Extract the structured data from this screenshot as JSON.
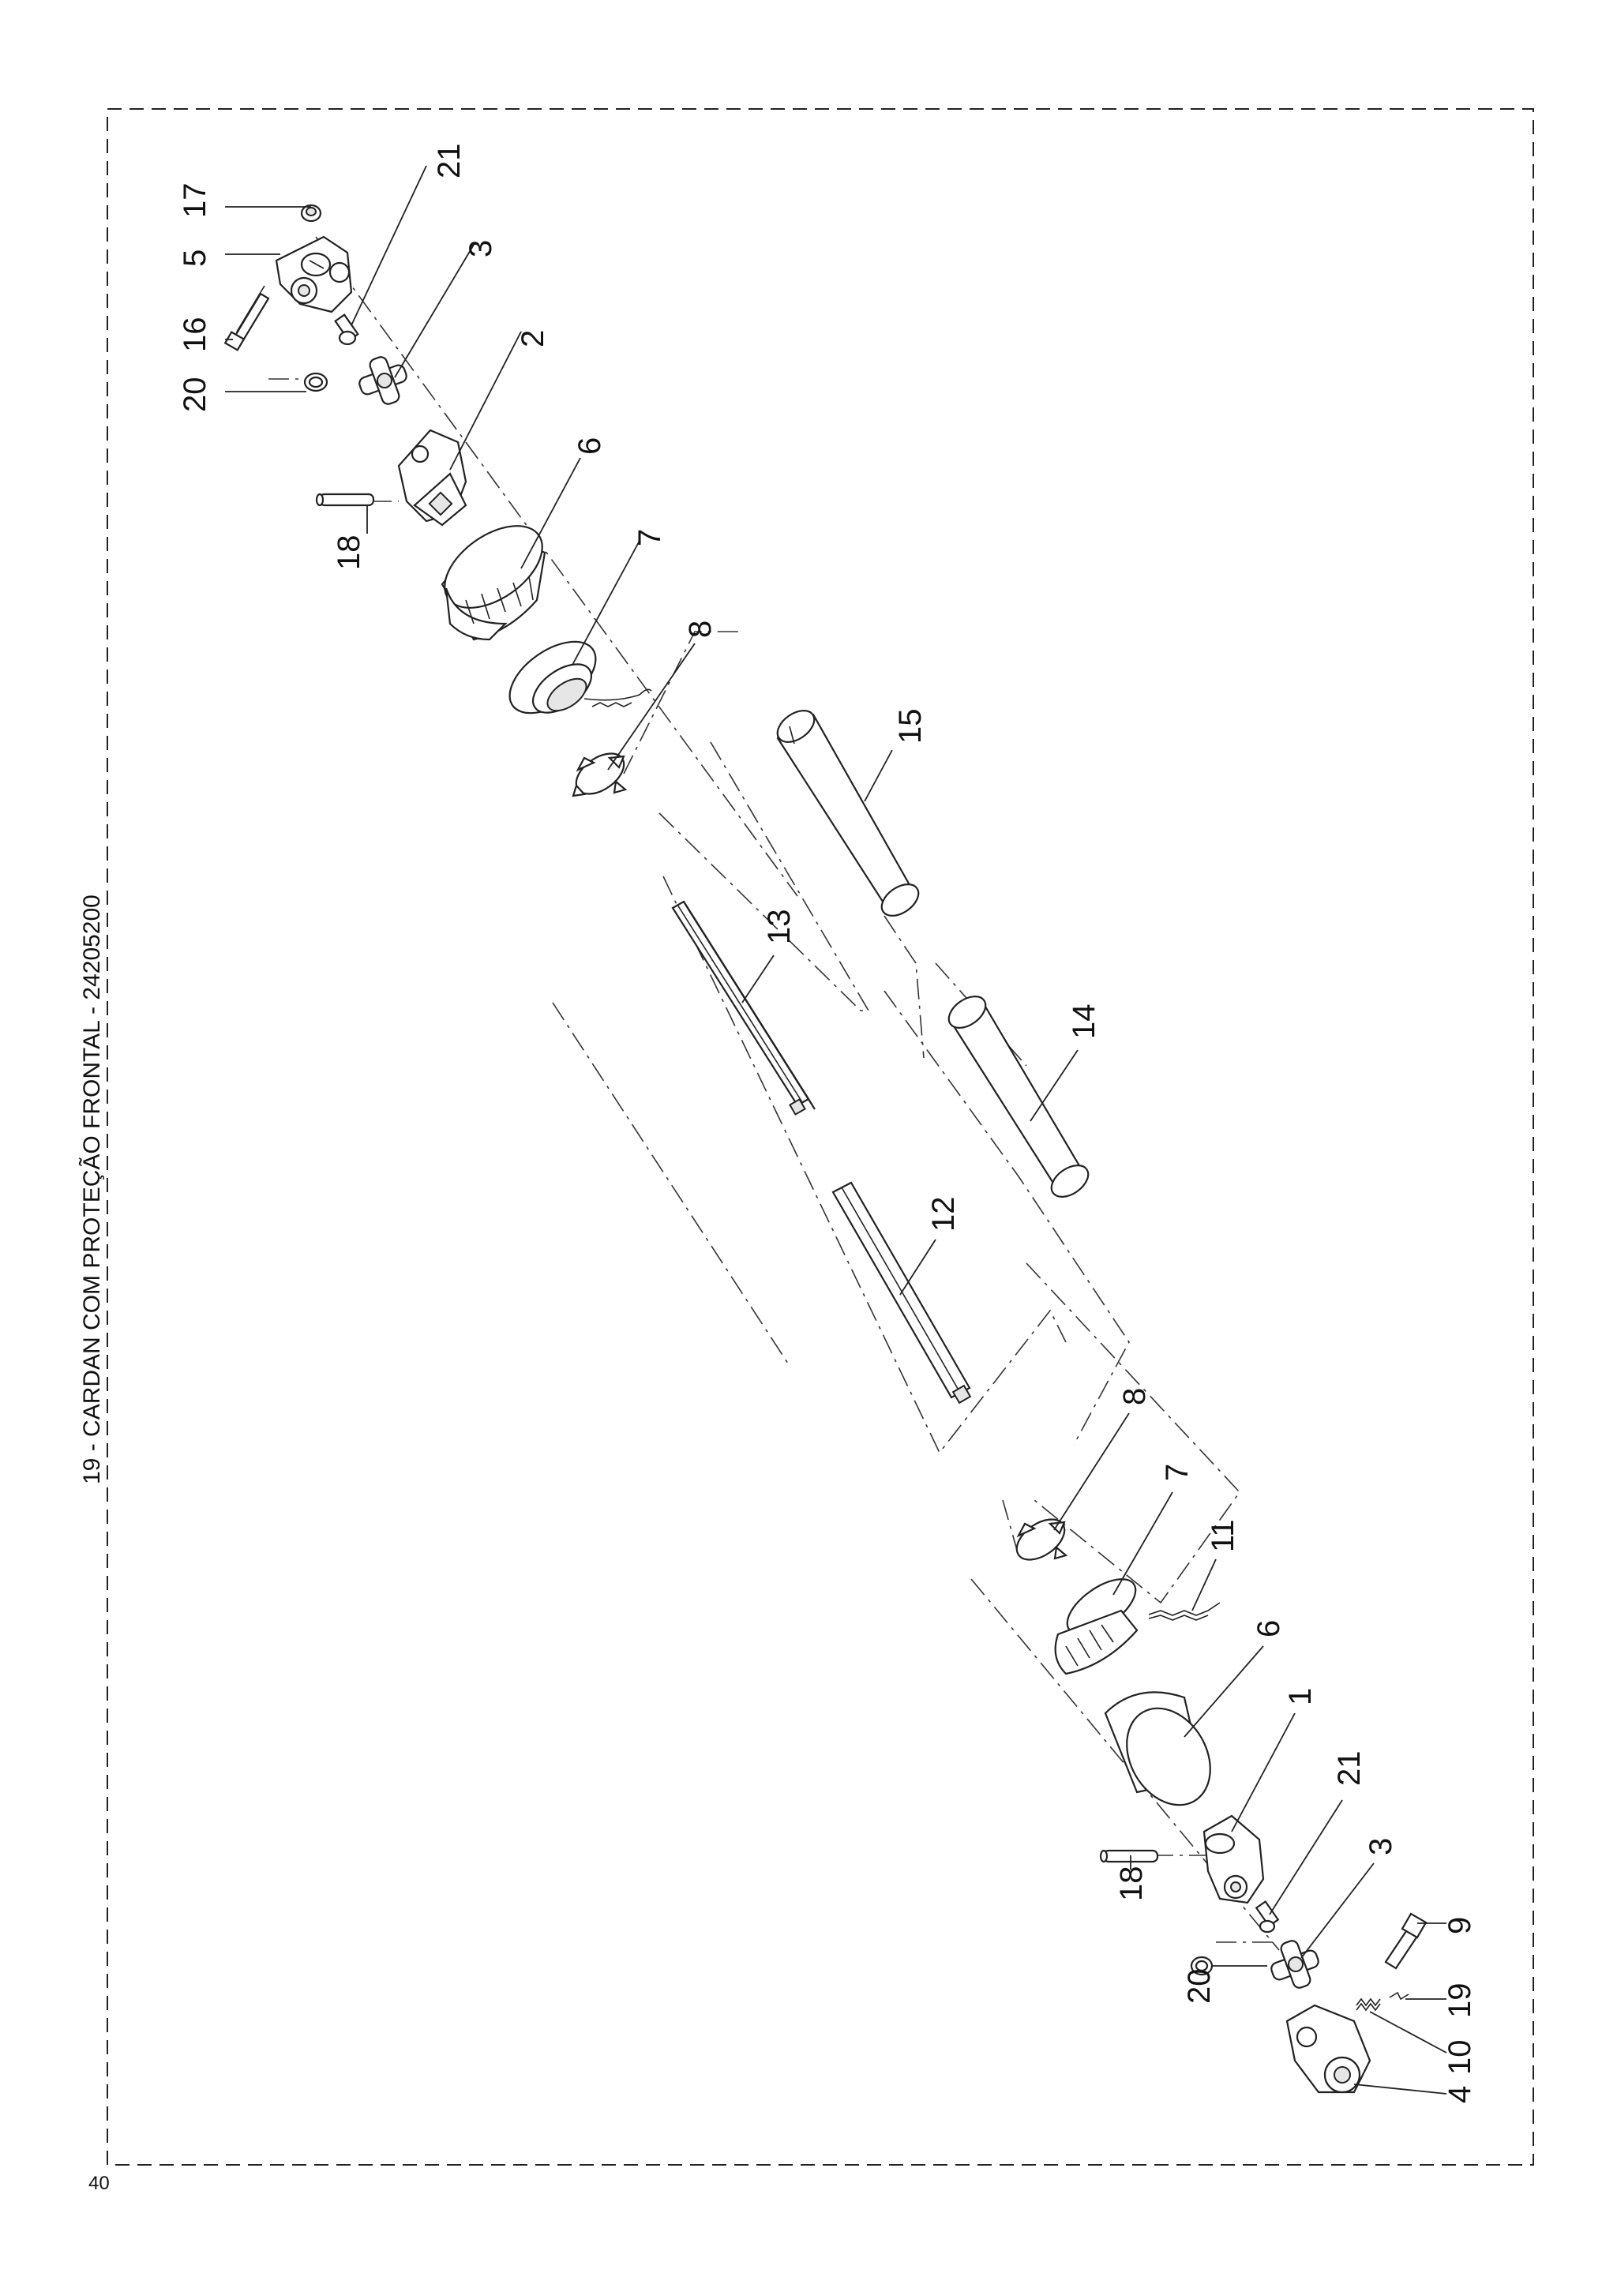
{
  "title": "19 - CARDAN COM PROTEÇÃO FRONTAL - 24205200",
  "page_number": "40",
  "callouts": {
    "c17a": "17",
    "c5a": "5",
    "c16a": "16",
    "c20a": "20",
    "c21a": "21",
    "c3a": "3",
    "c2a": "2",
    "c18a": "18",
    "c6a": "6",
    "c7a": "7",
    "c8a": "8",
    "c15a": "15",
    "c13a": "13",
    "c14a": "14",
    "c12a": "12",
    "c8b": "8",
    "c7b": "7",
    "c11b": "11",
    "c6b": "6",
    "c1b": "1",
    "c21b": "21",
    "c3b": "3",
    "c18b": "18",
    "c9b": "9",
    "c19b": "19",
    "c10b": "10",
    "c4b": "4",
    "c20b": "20"
  }
}
